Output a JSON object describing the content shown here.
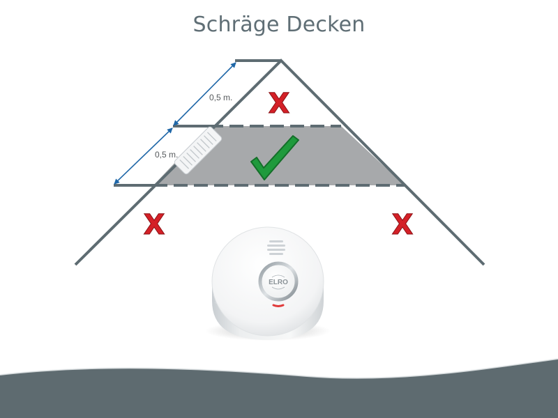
{
  "title": "Schräge Decken",
  "dimensions": {
    "upper": "0,5 m.",
    "lower": "0,5 m."
  },
  "marks": {
    "cross": "X",
    "check_icon": "check-icon"
  },
  "device": {
    "brand": "ELRO"
  },
  "colors": {
    "roof_line": "#5e6c72",
    "allowed_zone": "#a7a9ab",
    "dimension_arrow": "#1f67a8",
    "cross": "#d42027",
    "check": "#1f9a3c",
    "wave": "#5e6b70",
    "device_ring": "#b9c0c5",
    "device_led": "#e03a3a"
  }
}
